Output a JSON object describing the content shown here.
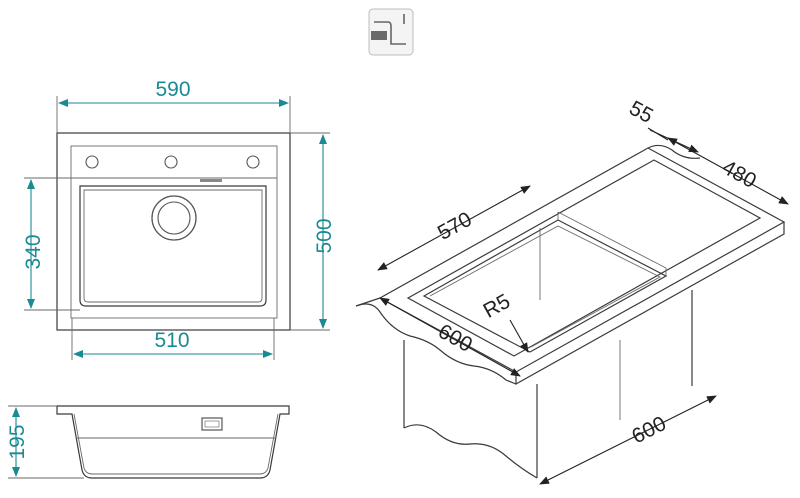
{
  "icon": {
    "name": "faucet-mount-icon"
  },
  "top_view": {
    "overall_width": "590",
    "overall_depth": "500",
    "bowl_depth": "340",
    "bowl_width": "510"
  },
  "side_view": {
    "height": "195"
  },
  "iso_view": {
    "rear_ledge": "55",
    "sink_depth": "480",
    "bowl_length": "570",
    "corner_radius": "R5",
    "sink_length": "600",
    "cabinet_width": "600"
  },
  "colors": {
    "dimension": "#1a8a94",
    "outline": "#3a3a3a"
  }
}
